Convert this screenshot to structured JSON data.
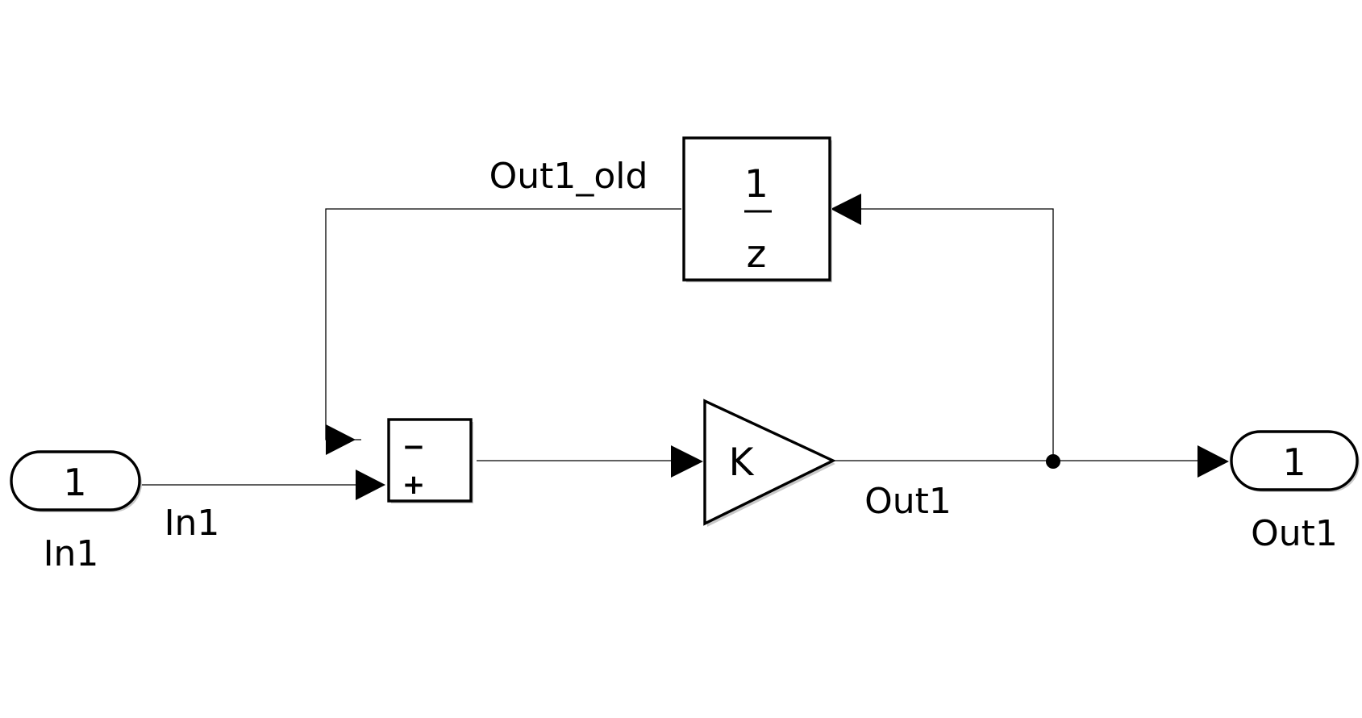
{
  "blocks": {
    "inport": {
      "number": "1",
      "name": "In1"
    },
    "sum": {
      "sign_top": "−",
      "sign_bottom": "+"
    },
    "gain": {
      "label": "K"
    },
    "delay": {
      "numerator": "1",
      "denominator": "z"
    },
    "outport": {
      "number": "1",
      "name": "Out1"
    }
  },
  "signals": {
    "input": "In1",
    "output": "Out1",
    "feedback": "Out1_old"
  }
}
